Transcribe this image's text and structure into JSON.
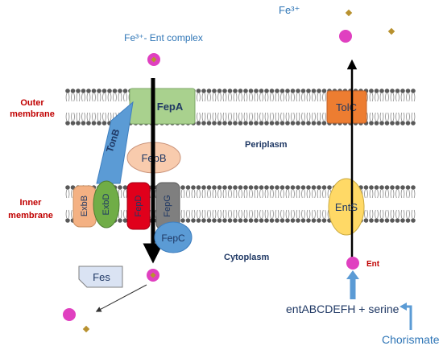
{
  "labels": {
    "outer_membrane_line1": "Outer",
    "outer_membrane_line2": "membrane",
    "inner_membrane_line1": "Inner",
    "inner_membrane_line2": "membrane",
    "periplasm": "Periplasm",
    "cytoplasm": "Cytoplasm",
    "fe_ent_complex": "Fe³⁺- Ent complex",
    "fe3": "Fe³⁺",
    "ent": "Ent",
    "biosynthesis": "entABCDEFH + serine",
    "chorismate": "Chorismate"
  },
  "proteins": {
    "fepA": "FepA",
    "fepB": "FepB",
    "fepC": "FepC",
    "fepD": "FepD",
    "fepG": "FepG",
    "exbB": "ExbB",
    "exbD": "ExbD",
    "tonB": "TonB",
    "tolC": "TolC",
    "entS": "EntS",
    "fes": "Fes"
  },
  "colors": {
    "membrane_label": "#c00000",
    "compartment_label": "#1f3864",
    "ent_circle": "#e040c0",
    "iron_diamond": "#b8912f",
    "fepA": "#a9d18e",
    "fepB": "#f8cbad",
    "fepC": "#5b9bd5",
    "fepD": "#e0001b",
    "fepG": "#7f7f7f",
    "exbB": "#f4b183",
    "exbD": "#70ad47",
    "tonB": "#5b9bd5",
    "tolC": "#ed7d31",
    "entS": "#ffd966",
    "fes": "#dae3f3",
    "arrow_blue": "#5b9bd5"
  }
}
